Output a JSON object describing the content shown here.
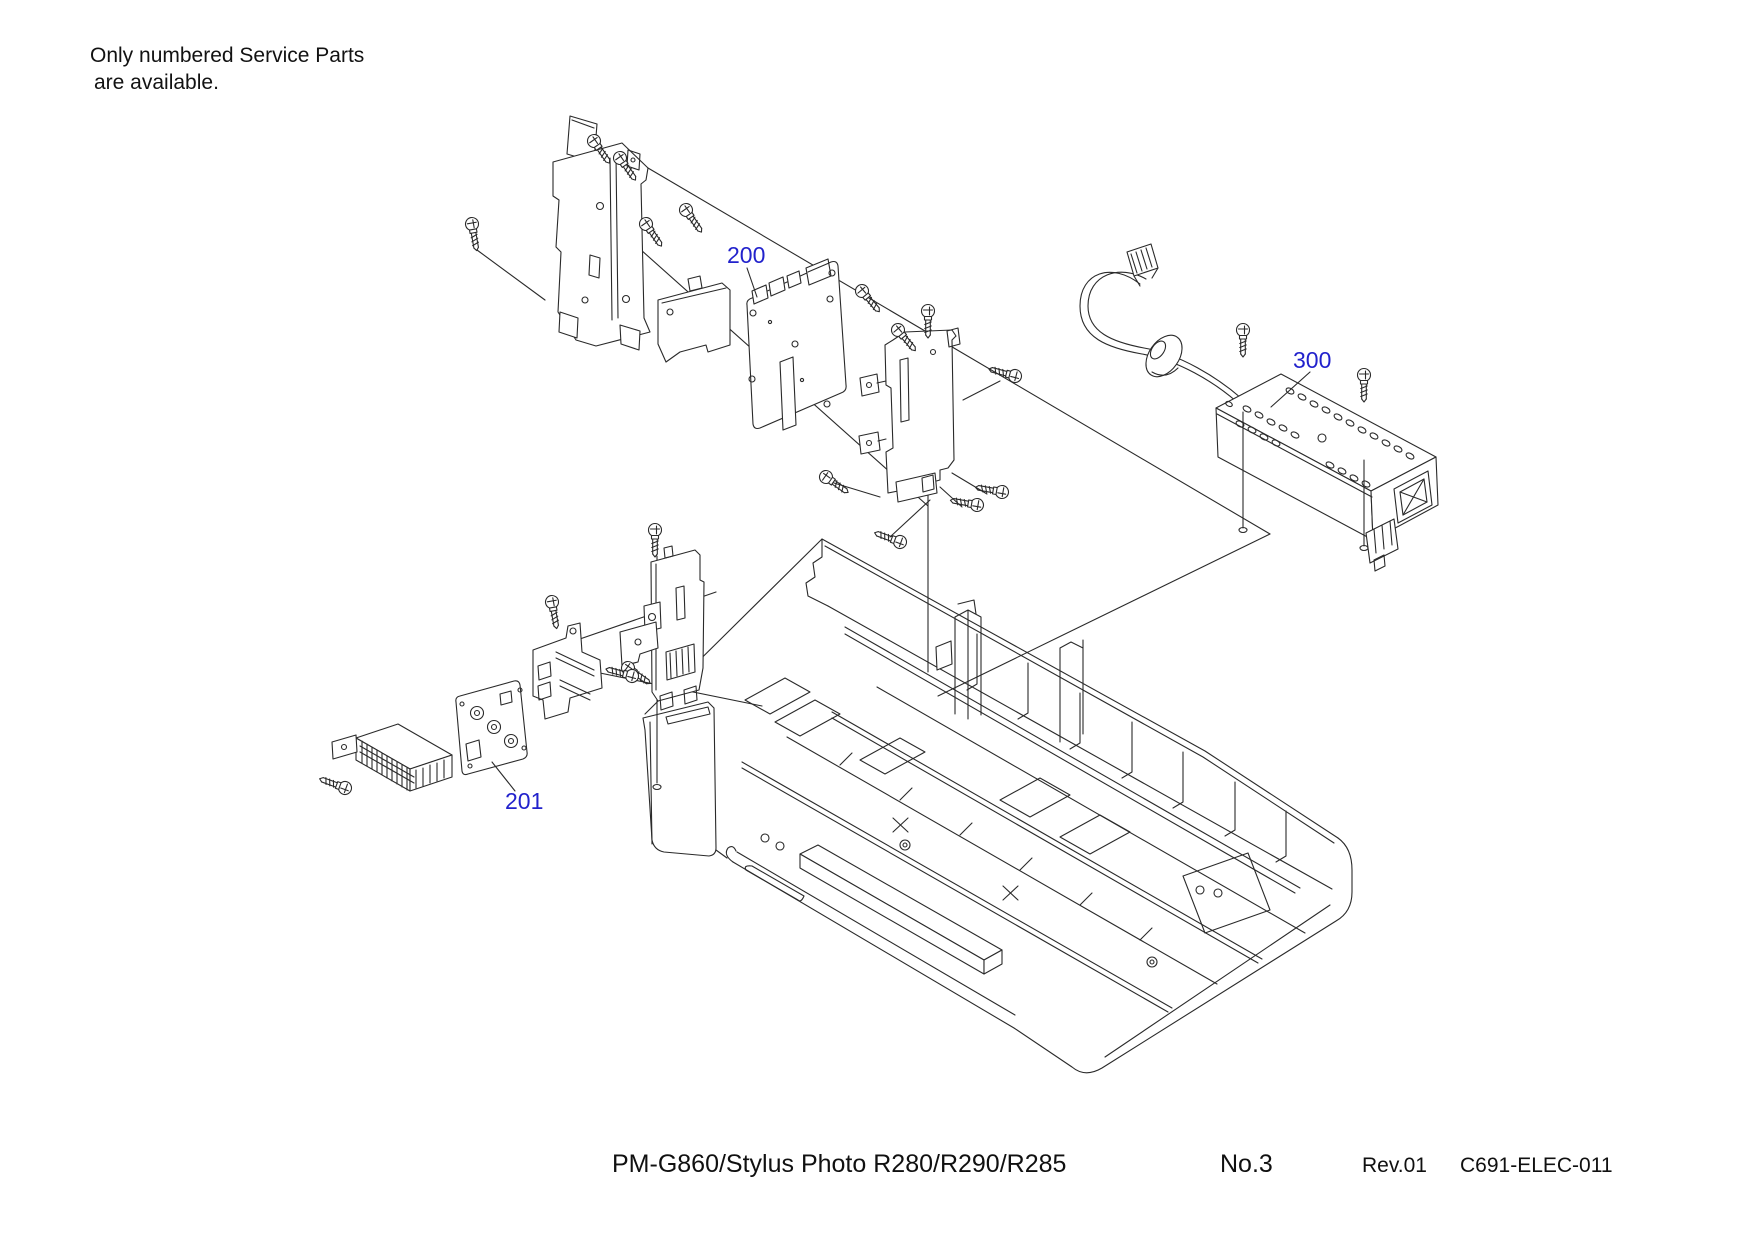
{
  "note": {
    "line1": "Only numbered Service Parts",
    "line2": "are available."
  },
  "labels": {
    "board_200": "200",
    "panel_201": "201",
    "psu_300": "300",
    "label_color": "#2222CC"
  },
  "footer": {
    "model": "PM-G860/Stylus Photo R280/R290/R285",
    "sheet": "No.3",
    "revision": "Rev.01",
    "document": "C691-ELEC-011"
  },
  "diagram": {
    "line_color": "#2a2a2a",
    "background": "#ffffff",
    "parts": [
      {
        "id": "200",
        "name": "main-board-assembly"
      },
      {
        "id": "201",
        "name": "panel-board-assembly"
      },
      {
        "id": "300",
        "name": "power-supply-unit"
      }
    ]
  }
}
